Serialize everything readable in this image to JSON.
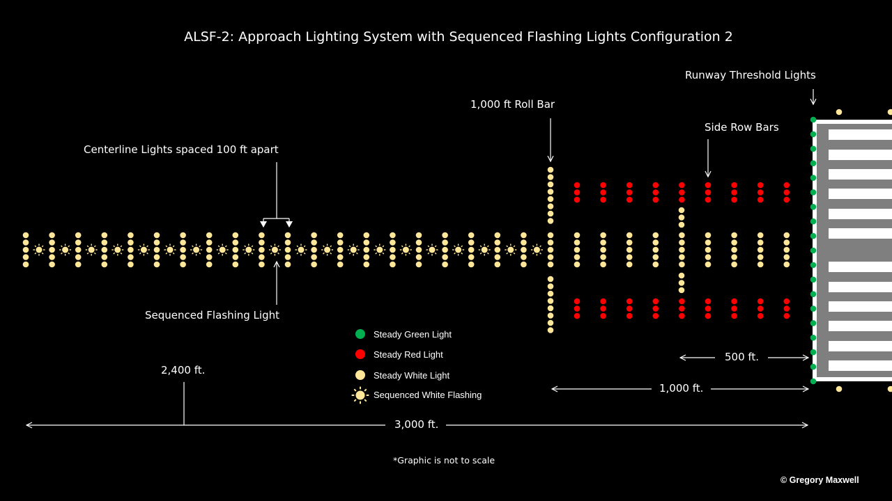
{
  "title": "ALSF-2:  Approach Lighting System with Sequenced Flashing Lights Configuration 2",
  "annotations": {
    "centerline": "Centerline Lights spaced 100 ft apart",
    "flasher": "Sequenced Flashing Light",
    "roll_bar": "1,000 ft Roll Bar",
    "side_row": "Side Row Bars",
    "threshold": "Runway Threshold Lights"
  },
  "legend": [
    {
      "type": "green",
      "label": "Steady Green Light"
    },
    {
      "type": "red",
      "label": "Steady Red Light"
    },
    {
      "type": "white",
      "label": "Steady White Light"
    },
    {
      "type": "flash",
      "label": "Sequenced White Flashing"
    }
  ],
  "dimensions": {
    "d500": "500 ft.",
    "d1000": "1,000 ft.",
    "d2400": "2,400 ft.",
    "d3000": "3,000 ft."
  },
  "note": "*Graphic is not to scale",
  "copyright": "© Gregory Maxwell",
  "colors": {
    "white_light": "#FFE699",
    "red_light": "#FF0000",
    "green_light": "#00B050",
    "runway_gray": "#7F7F7F",
    "runway_stripe": "#FFFFFF"
  },
  "lighting": {
    "centerline_barrettes_before_rollbar": 20,
    "flashers": 20,
    "lights_per_barrette": 5,
    "centerline_barrettes_after_rollbar": 9,
    "side_row_bars_per_side": 9,
    "lights_per_side_row_bar": 3,
    "roll_bar_lights_per_side": 8,
    "threshold_green_lights": 19,
    "runway_stripes_per_side": 6
  }
}
